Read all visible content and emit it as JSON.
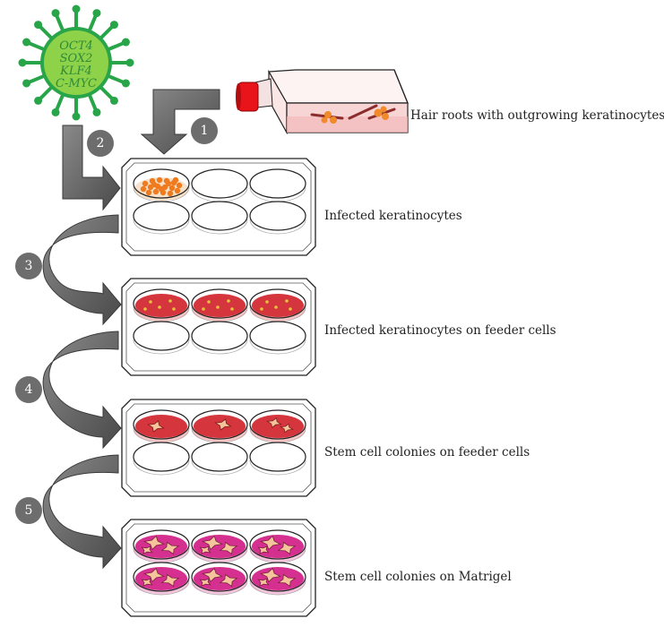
{
  "virus": {
    "genes": [
      "OCT4",
      "SOX2",
      "KLF4",
      "C-MYC"
    ]
  },
  "steps": [
    "1",
    "2",
    "3",
    "4",
    "5"
  ],
  "labels": {
    "flask": "Hair roots with outgrowing keratinocytes",
    "plate1": "Infected keratinocytes",
    "plate2": "Infected keratinocytes on feeder cells",
    "plate3": "Stem cell colonies on feeder cells",
    "plate4": "Stem cell colonies on Matrigel"
  },
  "colors": {
    "virus": "#27a548",
    "virus_fill": "#8ed24a",
    "flask_cap": "#e8141a",
    "arrow": "#6e6e6e",
    "feeder": "#d5353c",
    "matrigel": "#d5308f",
    "colony": "#f6c49a"
  }
}
